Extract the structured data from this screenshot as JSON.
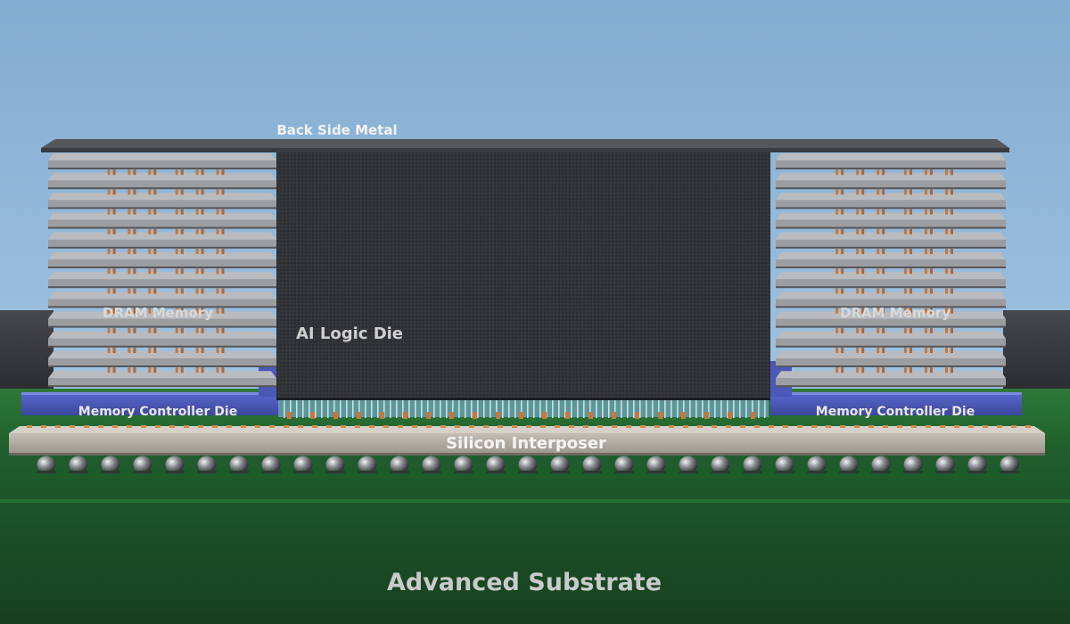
{
  "labels": {
    "back_side_metal": "Back Side Metal",
    "dram_left": "DRAM Memory",
    "dram_right": "DRAM Memory",
    "ai_logic_die": "AI Logic Die",
    "mem_ctrl_left": "Memory Controller Die",
    "mem_ctrl_right": "Memory Controller Die",
    "silicon_interposer": "Silicon Interposer",
    "advanced_substrate": "Advanced Substrate"
  },
  "structure": {
    "dram_layers_per_stack": 12,
    "solder_balls": 31
  },
  "colors": {
    "sky": "#8fb6d8",
    "substrate": "#1f5f2c",
    "logic_die": "#2f3034",
    "back_metal": "#4a4c50",
    "dram_layer": "#a9aaad",
    "memory_controller": "#4757b6",
    "interposer": "#b0a9a0",
    "copper": "#c8773a",
    "solder_ball": "#8a8d92"
  }
}
